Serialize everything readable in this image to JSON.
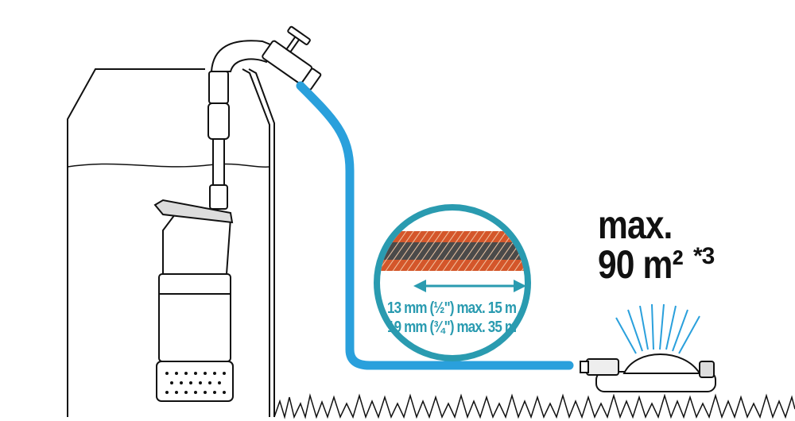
{
  "coverage": {
    "line1": "max.",
    "line2": "90 m²",
    "footnote": "*3"
  },
  "hose_specs": [
    {
      "text": "13 mm (½\") max. 15 m"
    },
    {
      "text": "19 mm (¾\") max. 35 m"
    }
  ],
  "colors": {
    "hose": "#2aa0dc",
    "circle": "#2a9bb0",
    "hose_orange": "#d4562a",
    "hose_dark": "#4a4a4a",
    "outline": "#111111"
  }
}
